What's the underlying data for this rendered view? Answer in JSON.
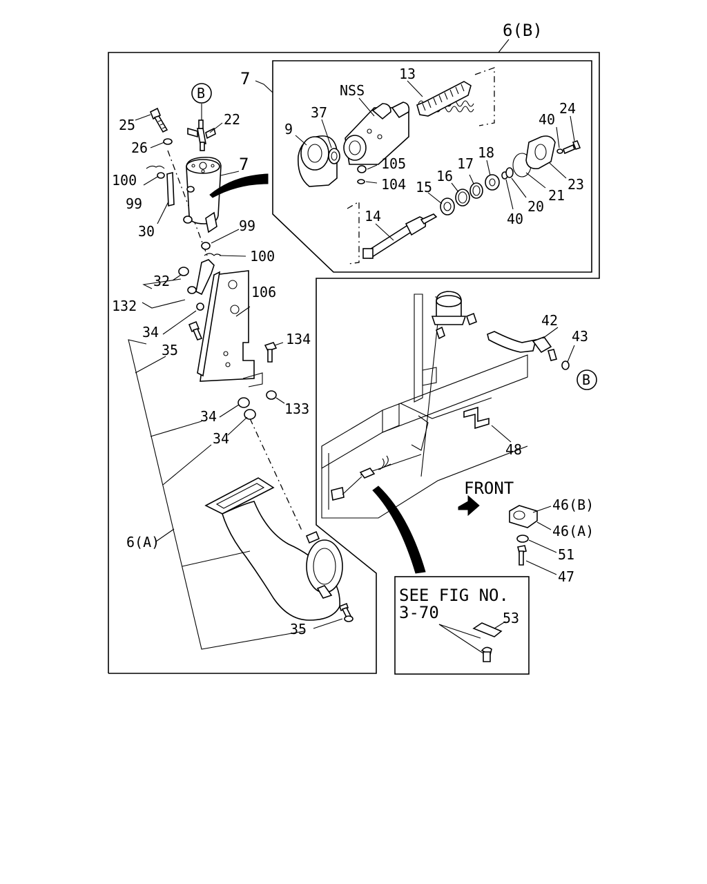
{
  "diagram": {
    "labels": {
      "asm_6b": "6(B)",
      "asm_6a": "6(A)",
      "p7_main": "7",
      "p7_inset": "7",
      "nss": "NSS",
      "p13": "13",
      "p37": "37",
      "p9": "9",
      "p105": "105",
      "p104": "104",
      "p15": "15",
      "p16": "16",
      "p17": "17",
      "p18": "18",
      "p40a": "40",
      "p24": "24",
      "p23": "23",
      "p21": "21",
      "p20": "20",
      "p40b": "40",
      "p14": "14",
      "p25": "25",
      "p22": "22",
      "p26": "26",
      "p100a": "100",
      "p99a": "99",
      "p30": "30",
      "p99b": "99",
      "p100b": "100",
      "p32": "32",
      "p132": "132",
      "p106": "106",
      "p34a": "34",
      "p35a": "35",
      "p134": "134",
      "p133": "133",
      "p34b": "34",
      "p34c": "34",
      "p35b": "35",
      "p42": "42",
      "p43": "43",
      "p48": "48",
      "front": "FRONT",
      "p46b": "46(B)",
      "p46a": "46(A)",
      "p51": "51",
      "p47": "47",
      "see_fig_line1": "SEE FIG NO.",
      "see_fig_line2": "3-70",
      "p53": "53",
      "ref_b_top": "B",
      "ref_b_right": "B"
    }
  }
}
